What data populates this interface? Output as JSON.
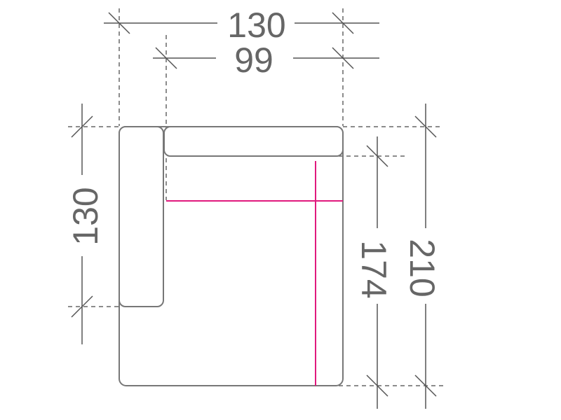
{
  "dimensions": {
    "top_outer": "130",
    "top_inner": "99",
    "left": "130",
    "right_inner": "174",
    "right_outer": "210"
  },
  "colors": {
    "outline": "#777777",
    "dimension": "#555555",
    "accent": "#e0197d"
  }
}
